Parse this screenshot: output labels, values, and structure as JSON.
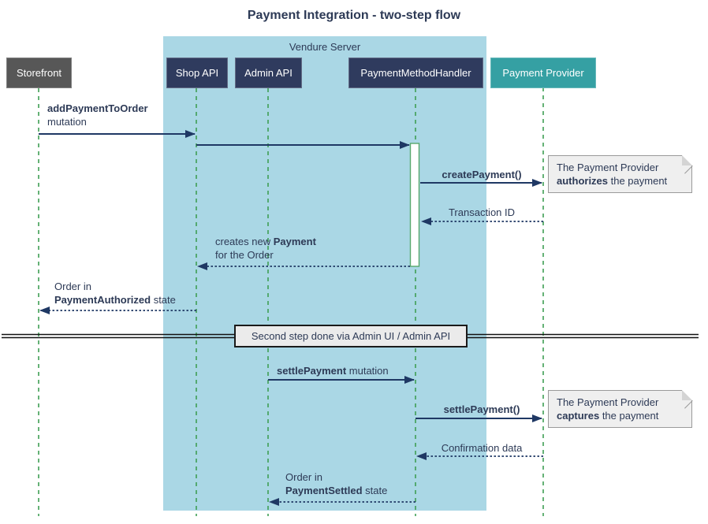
{
  "title": "Payment Integration - two-step flow",
  "container": {
    "label": "Vendure Server"
  },
  "participants": [
    {
      "id": "storefront",
      "label": "Storefront"
    },
    {
      "id": "shop-api",
      "label": "Shop API"
    },
    {
      "id": "admin-api",
      "label": "Admin API"
    },
    {
      "id": "payment-method-handler",
      "label": "PaymentMethodHandler"
    },
    {
      "id": "payment-provider",
      "label": "Payment Provider"
    }
  ],
  "messages": {
    "add_payment_to_order": {
      "line1_bold": "addPaymentToOrder",
      "line2": "mutation"
    },
    "create_payment": {
      "label": "createPayment()"
    },
    "transaction_id": {
      "label": "Transaction ID"
    },
    "creates_new_payment": {
      "line1_pre": "creates new ",
      "line1_bold": "Payment",
      "line2": "for the Order"
    },
    "payment_authorized": {
      "line1": "Order in",
      "line2_bold": "PaymentAuthorized",
      "line2_rest": " state"
    },
    "settle_payment_mutation": {
      "bold": "settlePayment",
      "rest": " mutation"
    },
    "settle_payment_call": {
      "label": "settlePayment()"
    },
    "confirmation_data": {
      "label": "Confirmation data"
    },
    "payment_settled": {
      "line1": "Order in",
      "line2_bold": "PaymentSettled",
      "line2_rest": " state"
    }
  },
  "divider": {
    "label": "Second step done via Admin UI / Admin API"
  },
  "notes": {
    "authorize": {
      "line1": "The Payment Provider",
      "line2_bold": "authorizes",
      "line2_rest": " the payment"
    },
    "capture": {
      "line1": "The Payment Provider",
      "line2_bold": "captures",
      "line2_rest": " the payment"
    }
  },
  "colors": {
    "text_navy": "#2D3A56",
    "arrow_navy": "#1F3864",
    "participant_navy": "#2F3B5E",
    "participant_gray": "#575757",
    "participant_teal": "#35A0A3",
    "container_blue": "#AAD7E5",
    "lifeline_green": "#3F9E54",
    "activation_green": "#58A86D",
    "note_bg": "#EFEFEF",
    "note_border": "#9A9A9A"
  }
}
